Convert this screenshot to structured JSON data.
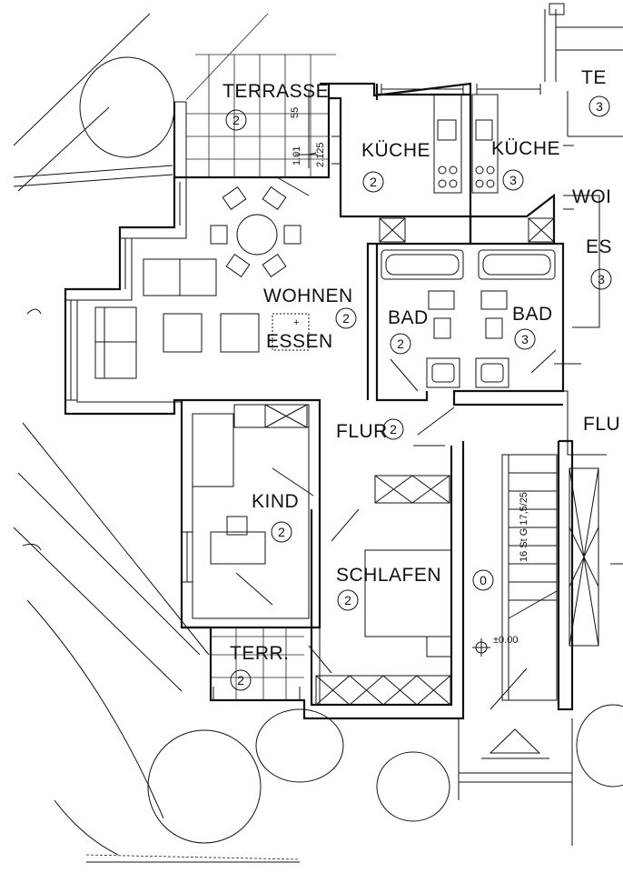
{
  "plan_title": "Grundriss Erdgeschoss",
  "rooms": {
    "terrasse": {
      "name": "TERRASSE",
      "unit": "2"
    },
    "kueche_2": {
      "name": "KÜCHE",
      "unit": "2"
    },
    "kueche_3": {
      "name": "KÜCHE",
      "unit": "3"
    },
    "wohnen": {
      "name_1": "WOHNEN",
      "plus": "+",
      "name_2": "ESSEN",
      "unit": "2"
    },
    "wohnen_3": {
      "name_1": "WOI",
      "name_2": "ES",
      "unit": "3"
    },
    "terrasse_3": {
      "name": "TE",
      "unit": "3"
    },
    "bad_2": {
      "name": "BAD",
      "unit": "2"
    },
    "bad_3": {
      "name": "BAD",
      "unit": "3"
    },
    "flur_2": {
      "name": "FLUR",
      "unit": "2"
    },
    "flur_3": {
      "name": "FLU"
    },
    "kind": {
      "name": "KIND",
      "unit": "2"
    },
    "schlafen": {
      "name": "SCHLAFEN",
      "unit": "2"
    },
    "terr": {
      "name": "TERR.",
      "unit": "2"
    },
    "treppenhaus": {
      "unit": "0"
    }
  },
  "annotations": {
    "window_dim_1": "1.01",
    "window_dim_2": "55",
    "window_dim_3": "2.125",
    "stair_spec": "16 St G 17,5/25",
    "level": "±0.00"
  }
}
